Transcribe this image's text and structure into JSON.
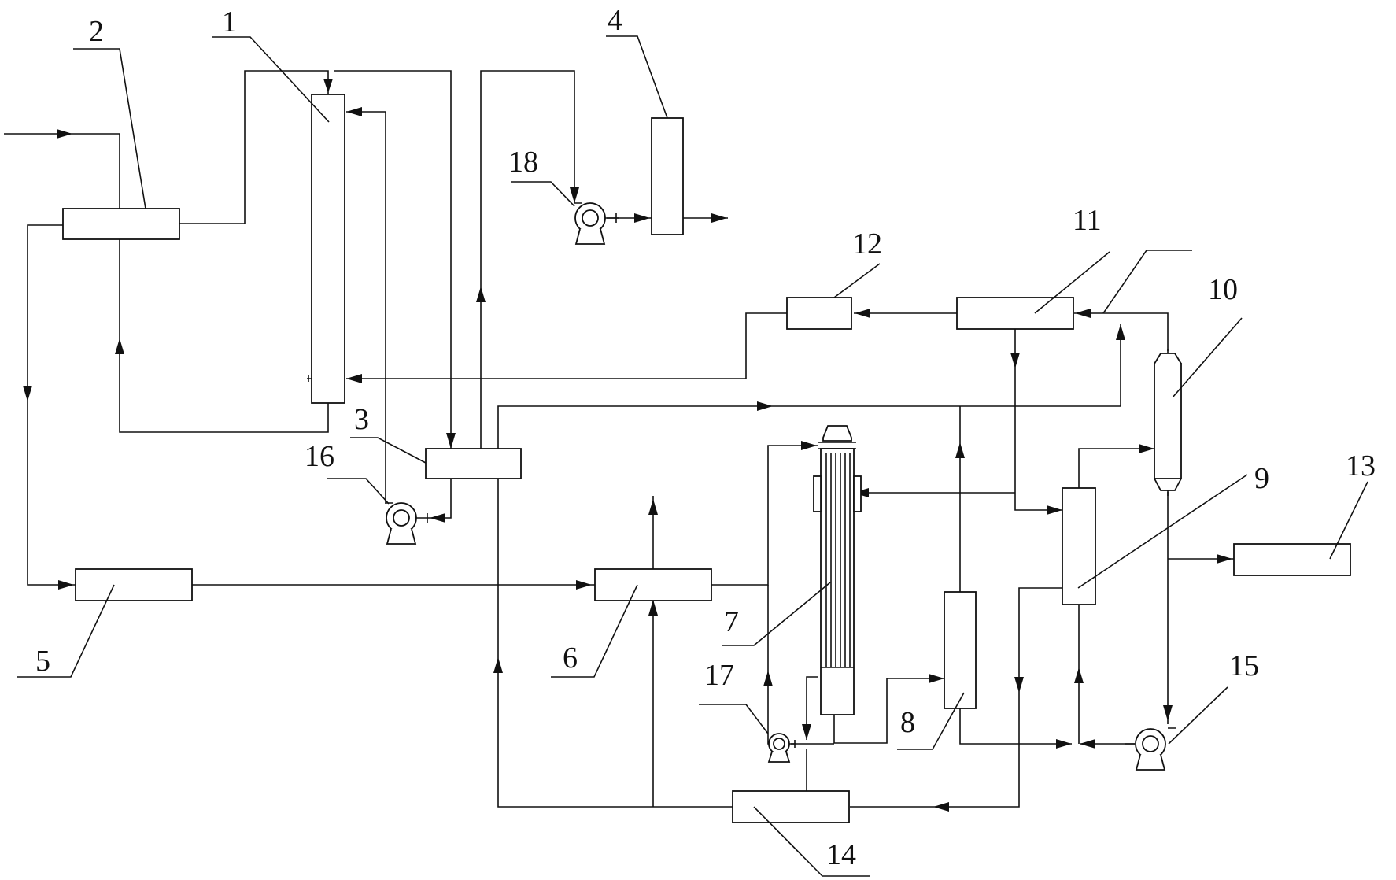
{
  "diagram": {
    "type": "process flow diagram",
    "equipment_labels": {
      "e1": "1",
      "e2": "2",
      "e3": "3",
      "e4": "4",
      "e5": "5",
      "e6": "6",
      "e7": "7",
      "e8": "8",
      "e9": "9",
      "e10": "10",
      "e11": "11",
      "e12": "12",
      "e13": "13",
      "e14": "14",
      "e15": "15",
      "e16": "16",
      "e17": "17",
      "e18": "18"
    }
  }
}
